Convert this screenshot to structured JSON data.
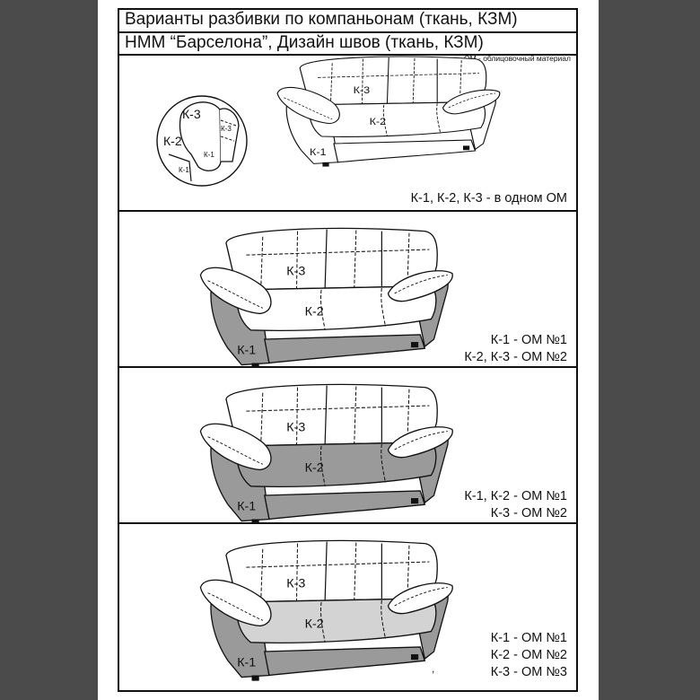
{
  "header": {
    "line1": "Варианты разбивки по компаньонам (ткань, КЗМ)",
    "line2": "НММ “Барселона”, Дизайн швов (ткань, КЗМ)",
    "note": "ОМ - облицовочный материал"
  },
  "parts": {
    "k1": "К-1",
    "k2": "К-2",
    "k3": "К-3"
  },
  "variants": [
    {
      "caption_lines": [
        "К-1, К-2, К-3 - в одном ОМ"
      ],
      "colors": {
        "k1": "#ffffff",
        "k2": "#ffffff",
        "k3": "#ffffff"
      }
    },
    {
      "caption_lines": [
        "К-1 - ОМ №1",
        "К-2, К-3 - ОМ №2"
      ],
      "colors": {
        "k1": "#9a9a9a",
        "k2": "#ffffff",
        "k3": "#ffffff"
      }
    },
    {
      "caption_lines": [
        "К-1, К-2 - ОМ №1",
        "К-3 - ОМ №2"
      ],
      "colors": {
        "k1": "#9a9a9a",
        "k2": "#9a9a9a",
        "k3": "#ffffff"
      }
    },
    {
      "caption_lines": [
        "К-1 - ОМ №1",
        "К-2 - ОМ №2",
        "К-3 - ОМ №3"
      ],
      "colors": {
        "k1": "#9a9a9a",
        "k2": "#d3d3d3",
        "k3": "#ffffff"
      }
    }
  ],
  "detail_inset": {
    "k3": "К-3",
    "k2": "К-2",
    "k3_small": "К-3",
    "k1_small": "К-1",
    "k1_corner": "К-1"
  },
  "stray_mark": ","
}
